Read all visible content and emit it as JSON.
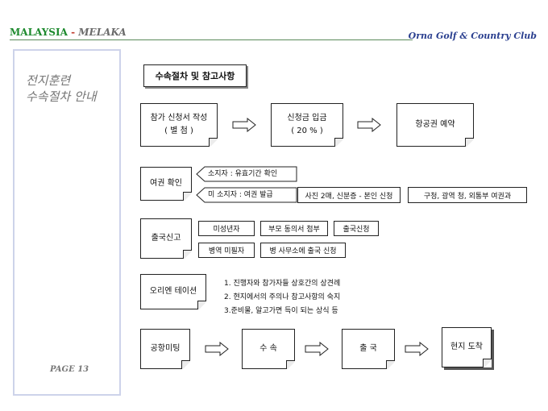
{
  "header": {
    "country": "MALAYSIA",
    "separator": "-",
    "city": "MELAKA",
    "club": "Orna Golf & Country Club"
  },
  "sidebar": {
    "title_line1": "전지훈련",
    "title_line2": "수속절차 안내",
    "page": "PAGE  13"
  },
  "main": {
    "section_title": "수속절차 및 참고사항",
    "row1": {
      "apply_line1": "참가 신청서 작성",
      "apply_line2": "( 별   첨 )",
      "deposit_line1": "신청금 입금",
      "deposit_line2": "( 20 % )",
      "flight": "항공권 예약"
    },
    "passport": {
      "label": "여권 확인",
      "holder": "소지자 : 유효기간 확인",
      "non_holder": "미 소지자 : 여권 발급",
      "docs": "사진 2매, 신분증 - 본인 신청",
      "office": "구청, 광역 청, 외통부 여권과"
    },
    "departure": {
      "label": "출국신고",
      "minor": "미성년자",
      "parent_consent": "부모 동의서 첨부",
      "departure_report": "출국신청",
      "military": "병역 미필자",
      "military_office": "병 사무소에 출국 신청"
    },
    "orientation": {
      "label": "오리엔 테이션",
      "notes": [
        "1. 진행자와 참가자들 상호간의 상견례",
        "2. 현지에서의 주의나 참고사항의 숙지",
        "3.준비물, 알고가면 득이 되는 상식 등"
      ]
    },
    "flow": {
      "meeting": "공항미팅",
      "procedure": "수  속",
      "departure": "출   국",
      "arrival": "현지 도착"
    }
  }
}
